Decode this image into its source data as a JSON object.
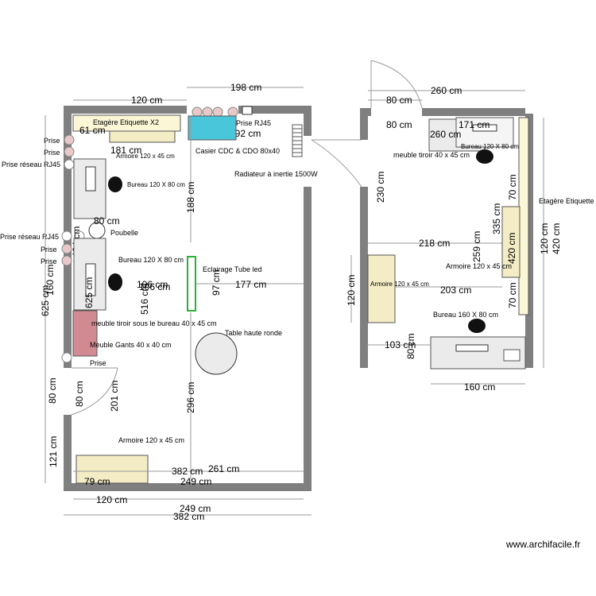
{
  "watermark": "www.archifacile.fr",
  "colors": {
    "wall": "#7f7f7f",
    "label_shelf": "#fbf6d6",
    "cabinet": "#f3ecc4",
    "locker": "#4ac6da",
    "gloves": "#d18a91",
    "outlet": "#e8c8c8",
    "tube": "#2fae3a",
    "desk": "#ebebeb"
  },
  "left_room": {
    "dimensions": {
      "top_198": "198 cm",
      "top_120": "120 cm",
      "d_61": "61 cm",
      "d_192": "192 cm",
      "d_181": "181 cm",
      "d_188": "188 cm",
      "d_80_poubelle": "80 cm",
      "d_424": "424 cm",
      "d_160": "160 cm",
      "d_625_outer": "625 cm",
      "d_625_inner": "625 cm",
      "d_106": "106 cm",
      "d_106b": "106 cm",
      "d_516": "516 cm",
      "d_97": "97 cm",
      "d_177": "177 cm",
      "d_296": "296 cm",
      "d_80_door_a": "80 cm",
      "d_80_door_b": "80 cm",
      "d_201": "201 cm",
      "d_121": "121 cm",
      "d_382_a": "382 cm",
      "d_261": "261 cm",
      "d_79": "79 cm",
      "d_249_a": "249 cm",
      "d_120_bottom": "120 cm",
      "d_249_b": "249 cm",
      "d_382_b": "382 cm"
    },
    "labels": {
      "etagere": "Etagère Etiquette X2",
      "armoire_top": "Armoire 120 x 45 cm",
      "prise_rj45_top": "Prise  RJ45",
      "casier": "Casier CDC & CDO 80x40",
      "radiateur": "Radiateur à inertie 1500W",
      "prise_1": "Prise",
      "prise_2": "Prise",
      "prise_reseau_1": "Prise réseau RJ45",
      "bureau_1": "Bureau 120 X 80 cm",
      "poubelle": "Poubelle",
      "prise_reseau_2": "Prise réseau RJ45",
      "prise_3": "Prise",
      "prise_4": "Prise",
      "bureau_2": "Bureau 120 X 80 cm",
      "eclairage": "Eclairage Tube led",
      "meuble_tiroir": "meuble tiroir  sous le bureau 40 x 45 cm",
      "table_ronde": "Table haute ronde",
      "meuble_gants": "Meuble Gants 40 x 40 cm",
      "prise_bottom": "Prise",
      "armoire_bottom": "Armoire 120 x 45 cm"
    }
  },
  "right_room": {
    "dimensions": {
      "d_260_top": "260 cm",
      "d_80_top": "80 cm",
      "d_80_b": "80 cm",
      "d_171": "171 cm",
      "d_260_b": "260 cm",
      "d_230": "230 cm",
      "d_218": "218 cm",
      "d_70_top": "70 cm",
      "d_335": "335 cm",
      "d_420_inner": "420 cm",
      "d_120_right": "120 cm",
      "d_420_right": "420 cm",
      "d_259": "259 cm",
      "d_203": "203 cm",
      "d_120_left": "120 cm",
      "d_70_bottom": "70 cm",
      "d_103": "103 cm",
      "d_80_bureau": "80 cm",
      "d_160": "160 cm"
    },
    "labels": {
      "bureau_top": "Bureau 120 X 80 cm",
      "meuble_tiroir": "meuble tiroir 40 x 45 cm",
      "etagere": "Etagère Etiquette",
      "armoire_right": "Armoire 120 x 45 cm",
      "armoire_left": "Armoire 120 x 45 cm",
      "bureau_bottom": "Bureau 160 X 80 cm"
    }
  }
}
